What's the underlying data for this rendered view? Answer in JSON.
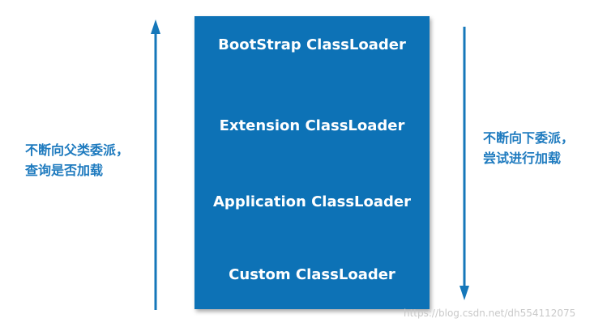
{
  "diagram": {
    "loaders": [
      "BootStrap ClassLoader",
      "Extension ClassLoader",
      "Application ClassLoader",
      "Custom ClassLoader"
    ],
    "left_note": [
      "不断向父类委派，",
      "查询是否加载"
    ],
    "right_note": [
      "不断向下委派，",
      "尝试进行加载"
    ],
    "colors": {
      "box": "#0d72b6",
      "arrow": "#1577ba",
      "note_text": "#1f7bbf"
    }
  },
  "watermark": "https://blog.csdn.net/dh554112075"
}
